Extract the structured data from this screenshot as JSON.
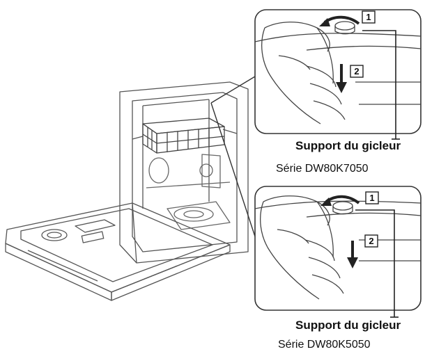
{
  "callouts": [
    {
      "title": "Support du gicleur",
      "series": "Série DW80K7050",
      "steps": [
        "1",
        "2"
      ]
    },
    {
      "title": "Support du gicleur",
      "series": "Série DW80K5050",
      "steps": [
        "1",
        "2"
      ]
    }
  ],
  "colors": {
    "line": "#333333",
    "arrow": "#222222",
    "background": "#ffffff"
  }
}
